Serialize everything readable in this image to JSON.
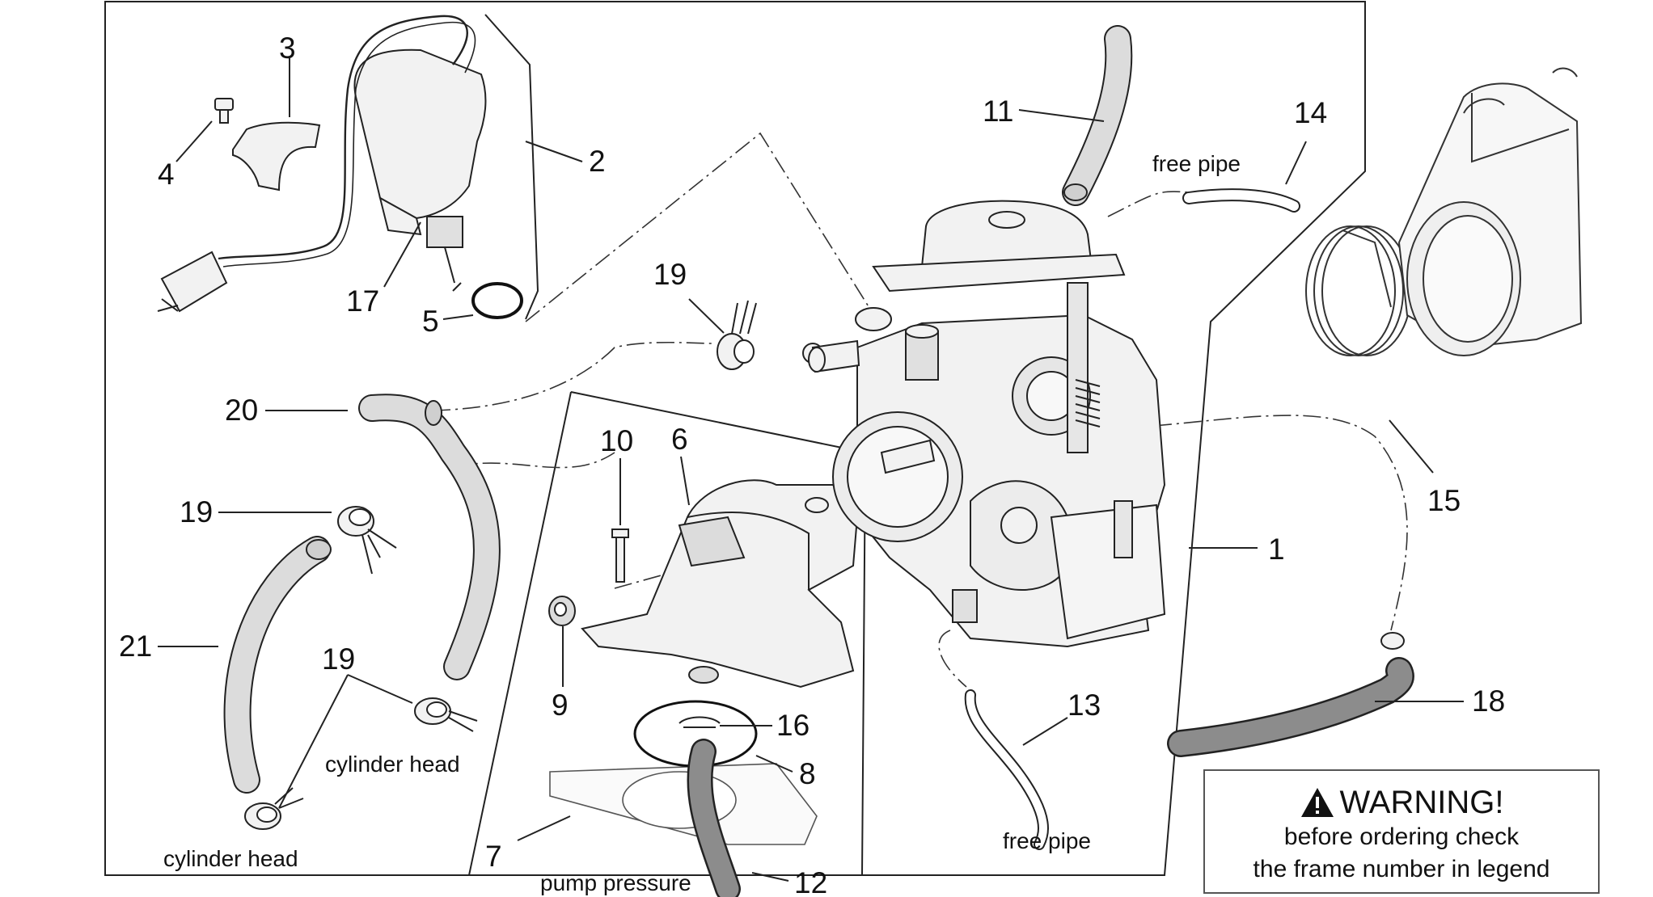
{
  "callouts": {
    "n1": "1",
    "n2": "2",
    "n3": "3",
    "n4": "4",
    "n5": "5",
    "n6": "6",
    "n7": "7",
    "n8": "8",
    "n9": "9",
    "n10": "10",
    "n11": "11",
    "n12": "12",
    "n13": "13",
    "n14": "14",
    "n15": "15",
    "n16": "16",
    "n17": "17",
    "n18": "18",
    "n19": "19",
    "n20": "20",
    "n21": "21"
  },
  "labels": {
    "free_pipe": "free pipe",
    "cylinder_head": "cylinder head",
    "pump_pressure": "pump pressure"
  },
  "warning": {
    "title": "WARNING!",
    "line1": "before ordering check",
    "line2": "the frame number in legend"
  },
  "colors": {
    "line": "#222222",
    "hose_fill": "#dcdcdc",
    "hose_dark": "#8c8c8c",
    "part_fill": "#f2f2f2"
  }
}
